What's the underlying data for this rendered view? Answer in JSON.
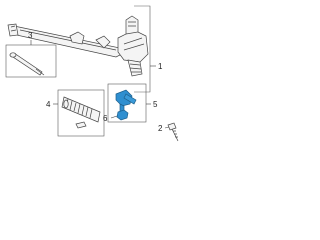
{
  "colors": {
    "background": "#ffffff",
    "outline": "#454545",
    "highlight": "#2f8fd0"
  },
  "callouts": {
    "c1": "1",
    "c2": "2",
    "c3": "3",
    "c4": "4",
    "c5": "5",
    "c6": "6"
  },
  "highlighted_parts": [
    "outer-tie-rod-end",
    "tie-rod-nut"
  ]
}
